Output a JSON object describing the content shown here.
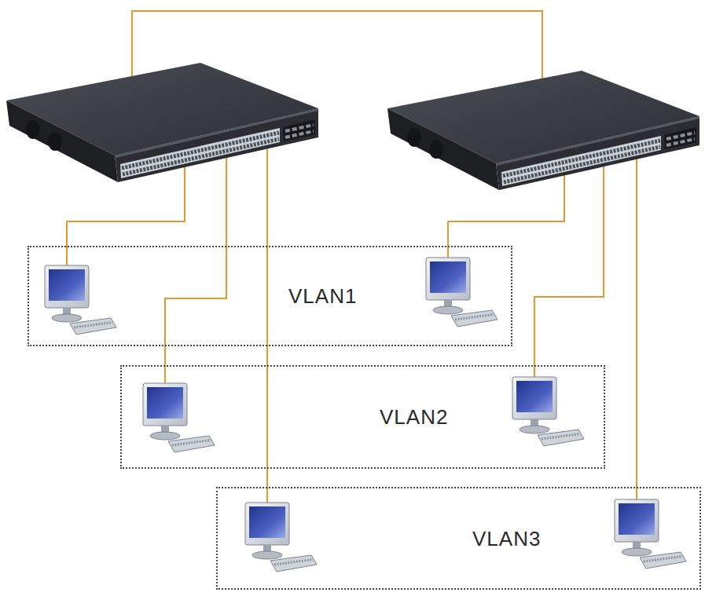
{
  "diagram": {
    "nodes": [
      {
        "text": [
          "VLAN1"
        ]
      },
      {
        "text": [
          "VLAN2"
        ]
      },
      {
        "text": [
          "VLAN3"
        ]
      }
    ]
  }
}
